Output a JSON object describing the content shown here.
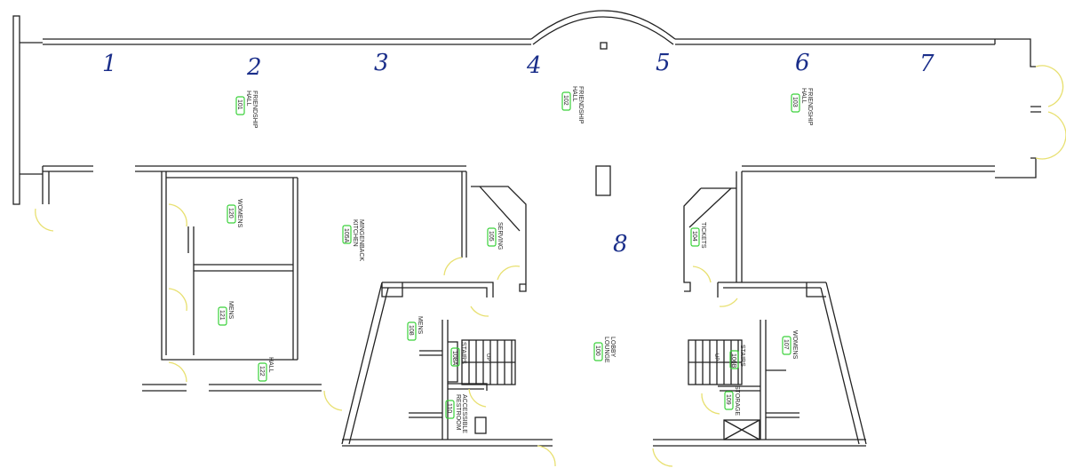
{
  "zone_markers": [
    "1",
    "2",
    "3",
    "4",
    "5",
    "6",
    "7",
    "8"
  ],
  "rooms": [
    {
      "name": "FRIENDSHIP HALL",
      "number": "101"
    },
    {
      "name": "FRIENDSHIP HALL",
      "number": "102"
    },
    {
      "name": "FRIENDSHIP HALL",
      "number": "103"
    },
    {
      "name": "WOMENS",
      "number": "120"
    },
    {
      "name": "MINGENBACK KITCHEN",
      "number": "105A"
    },
    {
      "name": "SERVING",
      "number": "105"
    },
    {
      "name": "TICKETS",
      "number": "104"
    },
    {
      "name": "MENS",
      "number": "121"
    },
    {
      "name": "HALL",
      "number": "122"
    },
    {
      "name": "MENS",
      "number": "108"
    },
    {
      "name": "STAIRS",
      "number": "108A"
    },
    {
      "name": "ACCESSIBLE RESTROOM",
      "number": "110"
    },
    {
      "name": "LOBBY LOUNGE",
      "number": "100"
    },
    {
      "name": "WOMENS",
      "number": "107"
    },
    {
      "name": "STAIRS",
      "number": "106B"
    },
    {
      "name": "STORAGE",
      "number": "109"
    }
  ],
  "stair_label": "UP",
  "colors": {
    "walls": "#222222",
    "room_tag": "#3ad13a",
    "doors": "#e8e070",
    "handwriting": "#1a2e8a"
  }
}
